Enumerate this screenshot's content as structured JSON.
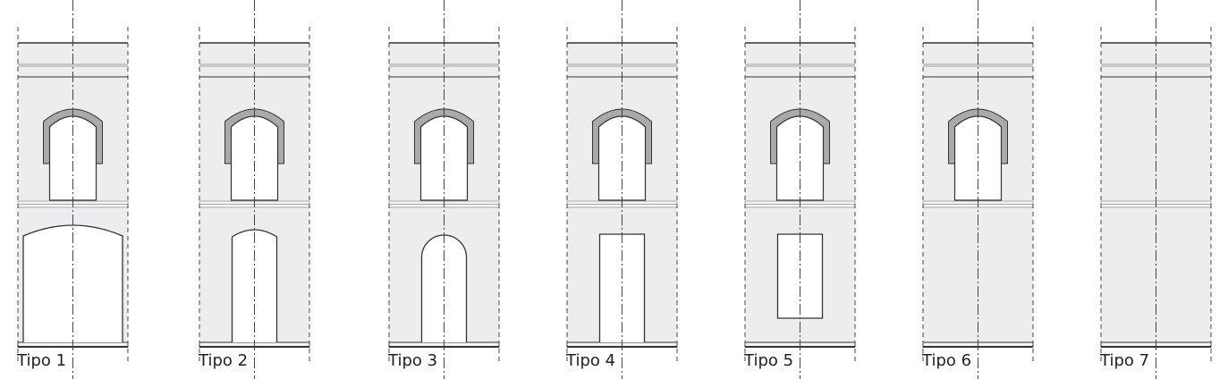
{
  "colors": {
    "wall": "#ededef",
    "band": "#c8c8c8",
    "frame": "#aaaaaa",
    "line": "#333333",
    "axis": "#444444"
  },
  "types": [
    {
      "label": "Tipo 1",
      "upper_window": true,
      "lower_opening": "wide-segmental-arch"
    },
    {
      "label": "Tipo 2",
      "upper_window": true,
      "lower_opening": "narrow-segmental-arch"
    },
    {
      "label": "Tipo 3",
      "upper_window": true,
      "lower_opening": "round-arch"
    },
    {
      "label": "Tipo 4",
      "upper_window": true,
      "lower_opening": "rectangular-door"
    },
    {
      "label": "Tipo 5",
      "upper_window": true,
      "lower_opening": "rectangular-window"
    },
    {
      "label": "Tipo 6",
      "upper_window": true,
      "lower_opening": "none"
    },
    {
      "label": "Tipo 7",
      "upper_window": false,
      "lower_opening": "none"
    }
  ]
}
